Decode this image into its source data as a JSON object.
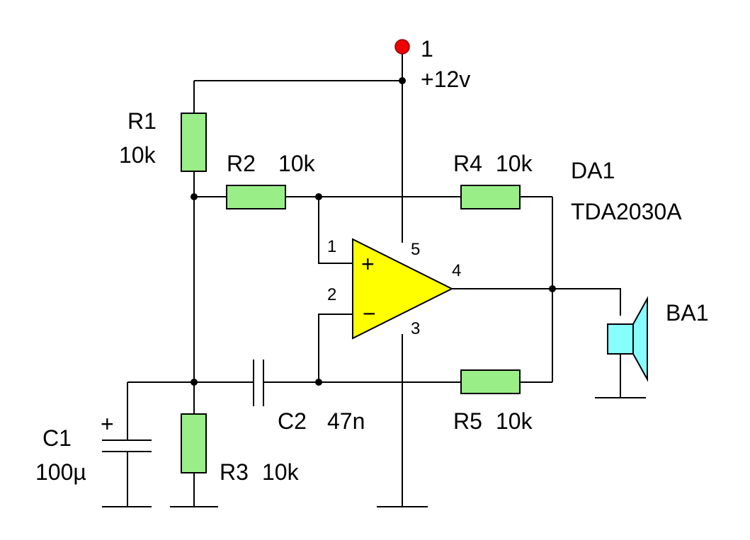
{
  "colors": {
    "wire": "#000000",
    "resistor_fill": "#99ee88",
    "opamp_fill": "#ffff00",
    "speaker_fill": "#88ffff",
    "terminal_fill": "#ee0000"
  },
  "supply": {
    "pin_number": "1",
    "voltage": "+12v"
  },
  "components": {
    "R1": {
      "ref": "R1",
      "value": "10k"
    },
    "R2": {
      "ref": "R2",
      "value": "10k"
    },
    "R3": {
      "ref": "R3",
      "value": "10k"
    },
    "R4": {
      "ref": "R4",
      "value": "10k"
    },
    "R5": {
      "ref": "R5",
      "value": "10k"
    },
    "C1": {
      "ref": "C1",
      "value": "100µ",
      "polarity": "+"
    },
    "C2": {
      "ref": "C2",
      "value": "47n"
    },
    "DA1": {
      "ref": "DA1",
      "part": "TDA2030A",
      "plus": "+",
      "minus": "−"
    },
    "BA1": {
      "ref": "BA1"
    }
  },
  "pins": {
    "p1": "1",
    "p2": "2",
    "p3": "3",
    "p4": "4",
    "p5": "5"
  }
}
